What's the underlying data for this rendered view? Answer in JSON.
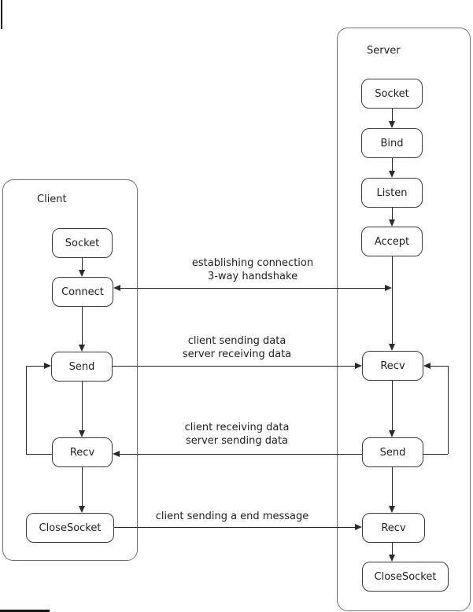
{
  "client": {
    "title": "Client",
    "nodes": {
      "socket": "Socket",
      "connect": "Connect",
      "send": "Send",
      "recv": "Recv",
      "close": "CloseSocket"
    }
  },
  "server": {
    "title": "Server",
    "nodes": {
      "socket": "Socket",
      "bind": "Bind",
      "listen": "Listen",
      "accept": "Accept",
      "recv1": "Recv",
      "send": "Send",
      "recv2": "Recv",
      "close": "CloseSocket"
    }
  },
  "labels": {
    "handshake_line1": "establishing connection",
    "handshake_line2": "3-way handshake",
    "send_line1": "client sending data",
    "send_line2": "server receiving data",
    "recv_line1": "client receiving data",
    "recv_line2": "server sending data",
    "close_line": "client sending a end message"
  },
  "colors": {
    "background": "#ffffff",
    "line": "#2a2a2a",
    "box_border": "#3c3c3c",
    "container_border": "#707070",
    "text": "#1f1f1f"
  }
}
